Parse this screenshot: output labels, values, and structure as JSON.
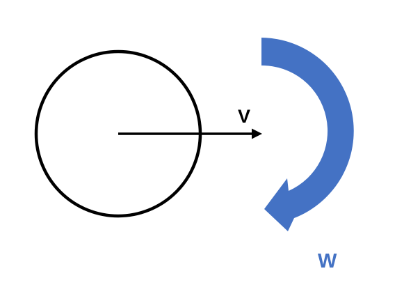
{
  "labels": {
    "velocity": "V",
    "angular": "W"
  },
  "colors": {
    "background": "#ffffff",
    "stroke": "#000000",
    "rotation_arrow": "#4472c4",
    "velocity_label": "#000000",
    "angular_label": "#4472c4"
  },
  "shapes": {
    "body": "circle",
    "velocity_vector": "straight-arrow-right",
    "rotation_arrow": "curved-arrow-clockwise"
  }
}
